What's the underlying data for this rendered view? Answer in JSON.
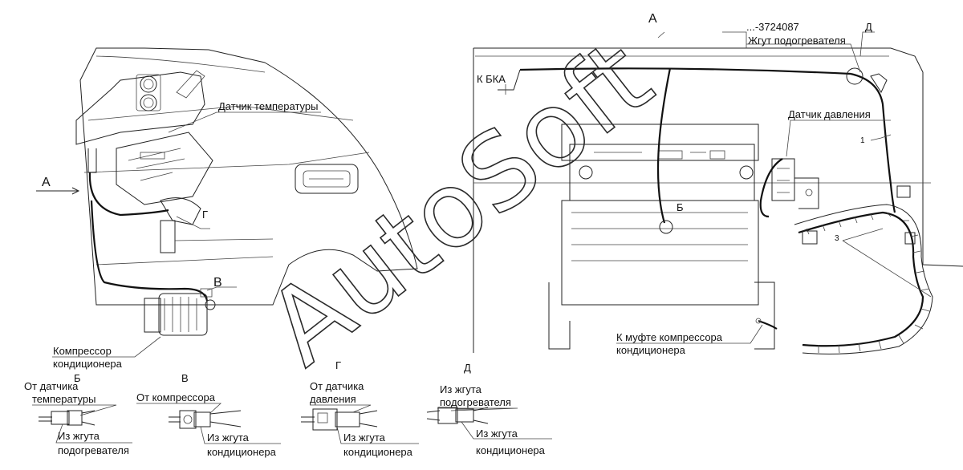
{
  "labels": {
    "view_a_top": "А",
    "view_a_left": "А",
    "part_number": "...-3724087",
    "heater_harness": "Жгут подогревателя",
    "mark_d_top": "Д",
    "to_bka": "К БКА",
    "pressure_sensor": "Датчик давления",
    "temp_sensor": "Датчик температуры",
    "mark_b": "Б",
    "mark_g": "Г",
    "mark_v": "В",
    "callout_1": "1",
    "callout_3": "3",
    "compressor_line1": "Компрессор",
    "compressor_line2": "кондиционера",
    "to_clutch_line1": "К муфте компрессора",
    "to_clutch_line2": "кондиционера"
  },
  "details": {
    "b": {
      "title": "Б",
      "top_line1": "От датчика",
      "top_line2": "температуры",
      "bottom_line1": "Из жгута",
      "bottom_line2": "подогревателя"
    },
    "v": {
      "title": "В",
      "top_line1": "От компрессора",
      "bottom_line1": "Из жгута",
      "bottom_line2": "кондиционера"
    },
    "g": {
      "title": "Г",
      "top_line1": "От датчика",
      "top_line2": "давления",
      "bottom_line1": "Из жгута",
      "bottom_line2": "кондиционера"
    },
    "d": {
      "title": "Д",
      "top_line1": "Из жгута",
      "top_line2": "подогревателя",
      "bottom_line1": "Из жгута",
      "bottom_line2": "кондиционера"
    }
  },
  "watermark": "AutoSoft"
}
